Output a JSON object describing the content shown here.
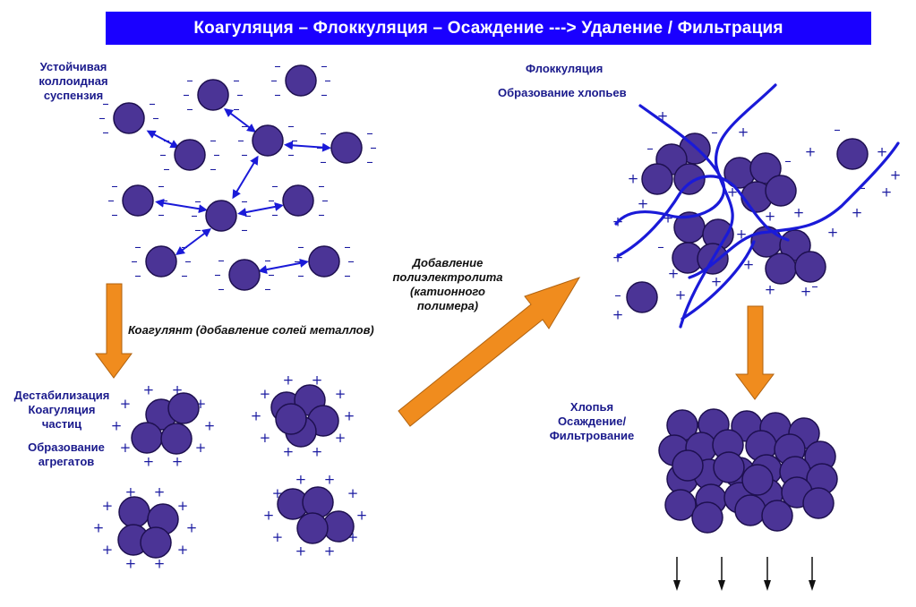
{
  "title": "Коагуляция – Флоккуляция – Осаждение ---> Удаление / Фильтрация",
  "colors": {
    "title_bg": "#1a00ff",
    "particle_fill": "#4b3496",
    "particle_stroke": "#1e1050",
    "charge_color": "#1a1aa0",
    "polymer_color": "#1a1ad8",
    "interaction_arrow": "#1a1ad8",
    "process_arrow": "#f08c1e",
    "label_color": "#1a1a8c"
  },
  "labels": {
    "stable_suspension": [
      "Устойчивая",
      "коллоидная",
      "суспензия"
    ],
    "coagulant": "Коагулянт (добавление  солей металлов)",
    "destabilization": [
      "Дестабилизация",
      "Коагуляция",
      "частиц"
    ],
    "aggregates": [
      "Образование",
      "агрегатов"
    ],
    "polyelectrolyte": [
      "Добавление",
      "полиэлектролита",
      "(катионного",
      "полимера)"
    ],
    "flocculation": "Флоккуляция",
    "floc_formation": "Образование хлопьев",
    "floc_settling": [
      "Хлопья",
      "Осаждение/",
      "Фильтрование"
    ]
  },
  "symbols": {
    "negative_charge": "–",
    "positive_charge": "+",
    "down_arrow": "↓"
  }
}
